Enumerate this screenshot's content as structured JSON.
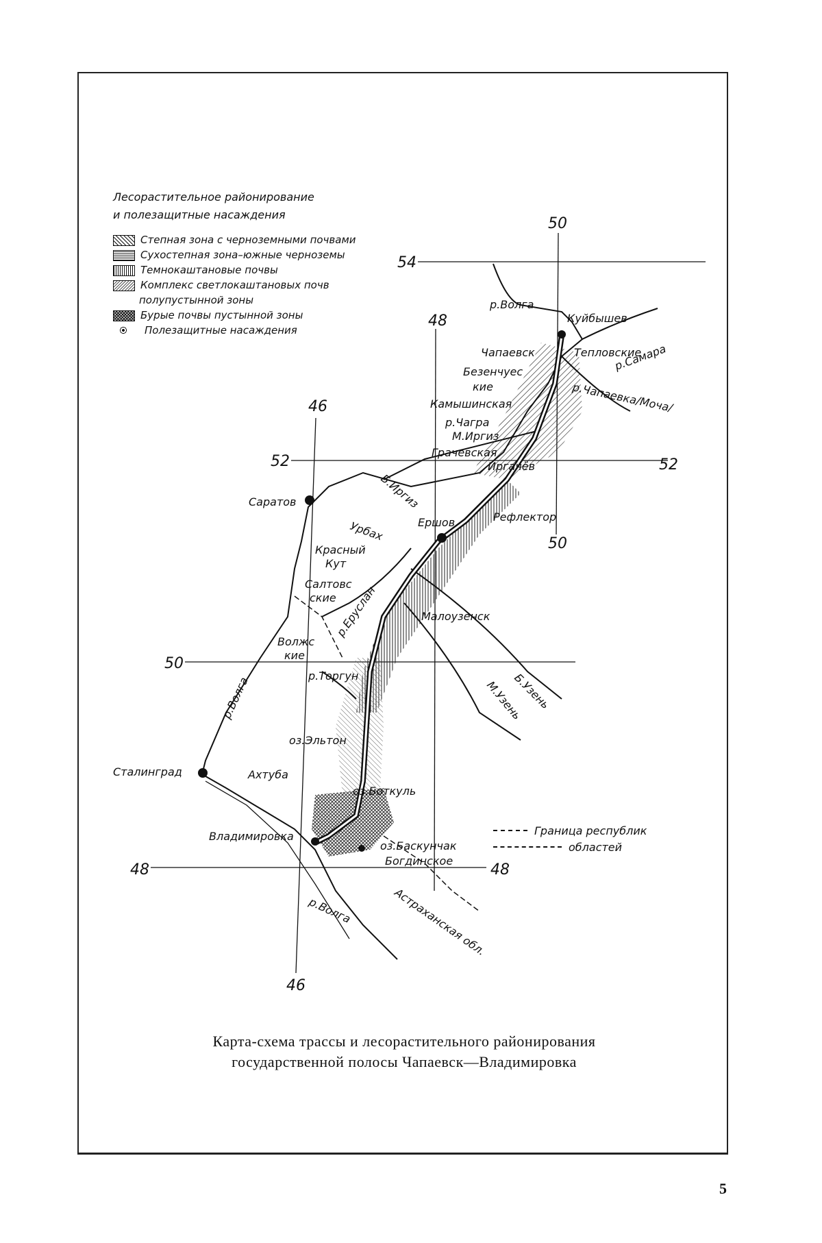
{
  "legend": {
    "title_line1": "Лесорастительное районирование",
    "title_line2": "и полезащитные насаждения",
    "items": [
      {
        "label": "Степная зона с черноземными почвами"
      },
      {
        "label": "Сухостепная зона–южные черноземы"
      },
      {
        "label": "Темнокаштановые почвы"
      },
      {
        "label": "Комплекс светлокаштановых почв"
      },
      {
        "label": "полупустынной зоны"
      },
      {
        "label": "Бурые почвы пустынной зоны"
      },
      {
        "label": "Полезащитные насаждения"
      }
    ]
  },
  "boundaries": {
    "republic": "Граница республик",
    "region": "областей"
  },
  "grid_labels": {
    "lat54": "54",
    "lat52_left": "52",
    "lat52_right": "52",
    "lat50_left": "50",
    "lat50_right": "50",
    "lat48_left": "48",
    "lat48_right": "48",
    "lon50": "50",
    "lon48": "48",
    "lon46_top": "46",
    "lon46_bottom": "46"
  },
  "places": {
    "volga_top": "р.Волга",
    "kuibyshev": "Куйбышев",
    "chapaevsk": "Чапаевск",
    "teplovskie": "Тепловские",
    "samara": "р.Самара",
    "bezenchuk1": "Безенчуес",
    "bezenchuk2": "кие",
    "chapaevka": "р.Чапаевка/Моча/",
    "kamyshinskaya": "Камышинская",
    "chagra": "р.Чагра",
    "m_irgiz": "М.Иргиз",
    "grachevskaya": "Грачевская",
    "irgiz_pos": "Иргачёв",
    "b_irgiz": "Б.Иргиз",
    "saratov": "Саратов",
    "urbakh": "Урбах",
    "ershov": "Ершов",
    "reflektor": "Рефлектор",
    "krasny1": "Красный",
    "krasny2": "Кут",
    "saltov1": "Салтовс",
    "saltov2": "ские",
    "eruslan": "р.Еруслан",
    "maluzensk": "Малоузенск",
    "volzh1": "Волжс",
    "volzh2": "кие",
    "torgun": "р.Торгун",
    "b_uzen": "Б.Узень",
    "m_uzen": "М.Узень",
    "volga_mid": "р.Волга",
    "elton": "оз.Эльтон",
    "stalingrad": "Сталинград",
    "akhtuba": "Ахтуба",
    "botkul": "оз.Боткуль",
    "vladimirovka": "Владимировка",
    "baskunchak": "оз.Баскунчак",
    "bogdinskoe": "Богдинское",
    "volga_bottom": "р.Волга",
    "astrakhan": "Астраханская обл."
  },
  "caption_line1": "Карта-схема трассы и лесорастительного районирования",
  "caption_line2": "государственной полосы Чапаевск—Владимировка",
  "page_number": "5"
}
